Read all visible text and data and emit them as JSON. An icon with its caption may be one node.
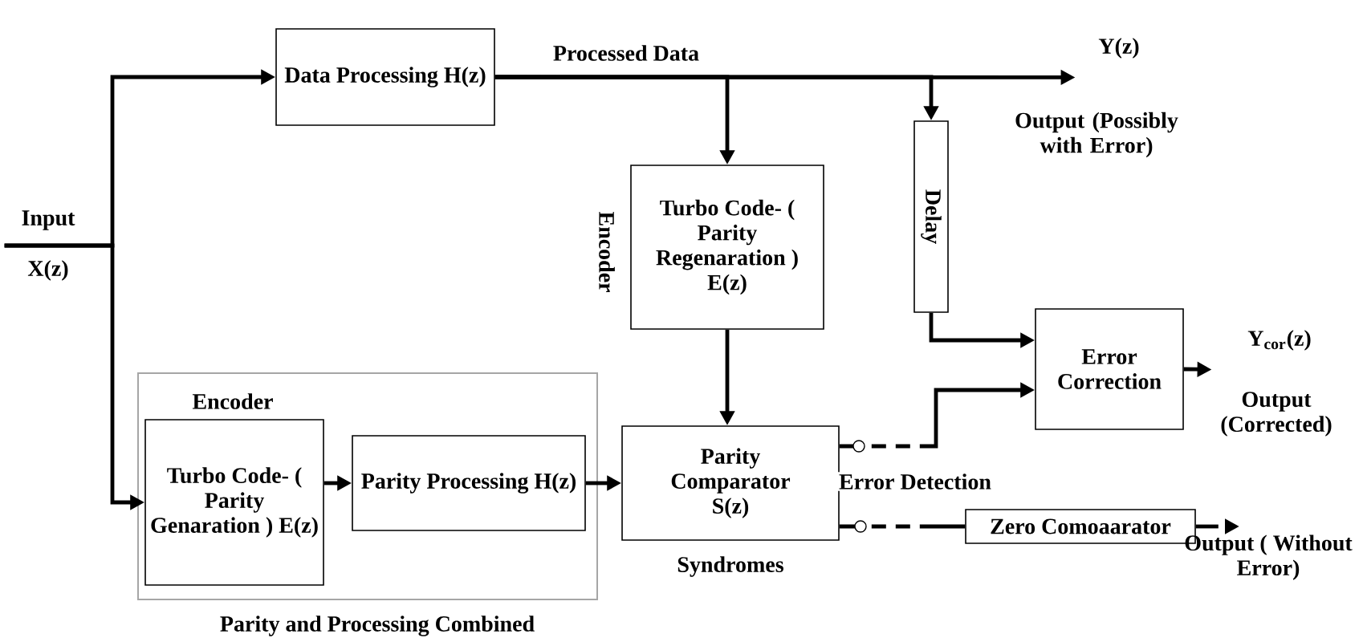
{
  "diagram": {
    "nodes": [
      {
        "text": [
          "Input",
          "X(z)"
        ]
      },
      {
        "text": [
          "Data Processing H(z)"
        ]
      },
      {
        "text": [
          "Y(z)"
        ],
        "beside": [
          "Output (Possibly with Error)"
        ]
      },
      {
        "text": [
          "Turbo Code- ( Parity Regenaration ) E(z)"
        ],
        "beside": [
          "Encoder"
        ]
      },
      {
        "text": [
          "Delay"
        ]
      },
      {
        "text": [
          "Error Correction"
        ]
      },
      {
        "text": [
          "Y$_{cor}$(z)"
        ],
        "beside": [
          "Output (Corrected)"
        ]
      },
      {
        "text": [
          "Parity and Processing Combined"
        ]
      },
      {
        "text": [
          "Turbo Code- ( Parity Genaration ) E(z)"
        ],
        "in": 7,
        "beside": [
          "Encoder"
        ]
      },
      {
        "text": [
          "Parity Processing H(z)"
        ],
        "in": 7
      },
      {
        "text": [
          "Parity Comparator S(z)"
        ],
        "beside": [
          "Syndromes"
        ]
      },
      {
        "text": [
          "Zero Comoaarator"
        ]
      },
      {
        "text": [
          "Output ( Without Error)"
        ]
      }
    ],
    "edges": [
      {
        "from": 0,
        "to": 1,
        "arrow": "to"
      },
      {
        "from": 0,
        "to": 8,
        "arrow": "to"
      },
      {
        "from": 1,
        "to": 2,
        "arrow": "to",
        "label": "Processed Data"
      },
      {
        "from": 1,
        "to": 3,
        "arrow": "to"
      },
      {
        "from": 1,
        "to": 4,
        "arrow": "to"
      },
      {
        "from": 4,
        "to": 5,
        "arrow": "to"
      },
      {
        "from": 3,
        "to": 10,
        "arrow": "to"
      },
      {
        "from": 8,
        "to": 9,
        "arrow": "to"
      },
      {
        "from": 9,
        "to": 10,
        "arrow": "to"
      },
      {
        "from": 10,
        "to": 5,
        "arrow": "to",
        "style": "dashed",
        "label": "Error Detection"
      },
      {
        "from": 10,
        "to": 11,
        "arrow": "none",
        "style": "dashed"
      },
      {
        "from": 5,
        "to": 6,
        "arrow": "to"
      },
      {
        "from": 11,
        "to": 12,
        "arrow": "to",
        "style": "dashed"
      }
    ]
  }
}
